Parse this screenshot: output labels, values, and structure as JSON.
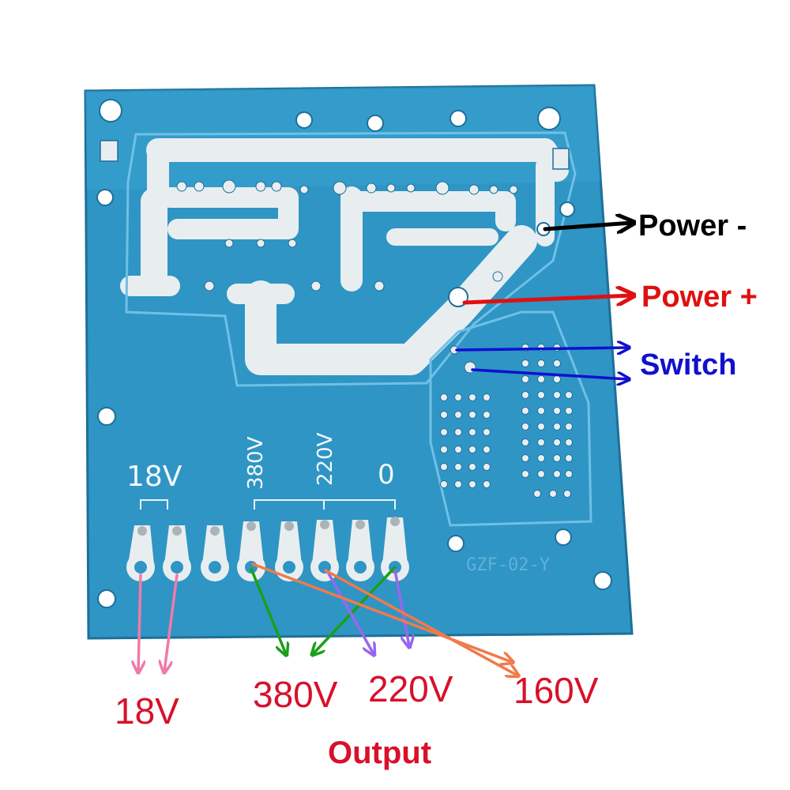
{
  "board": {
    "color": "#2f95c5",
    "silkscreen": {
      "voltage_18": "18V",
      "voltage_380": "380V",
      "voltage_220": "220V",
      "voltage_0": "0",
      "model": "GZF-02-Y"
    }
  },
  "labels": {
    "power_minus": "Power -",
    "power_plus": "Power +",
    "switch": "Switch"
  },
  "outputs": {
    "out_18": "18V",
    "out_380": "380V",
    "out_220": "220V",
    "out_160": "160V",
    "title": "Output"
  },
  "colors": {
    "power_minus": "#000000",
    "power_plus": "#e01010",
    "switch": "#1010d0",
    "output_text": "#d8102a",
    "arrow_18": "#f07aa8",
    "arrow_380": "#1aa01a",
    "arrow_220": "#9966ee",
    "arrow_160": "#f07a4a"
  }
}
